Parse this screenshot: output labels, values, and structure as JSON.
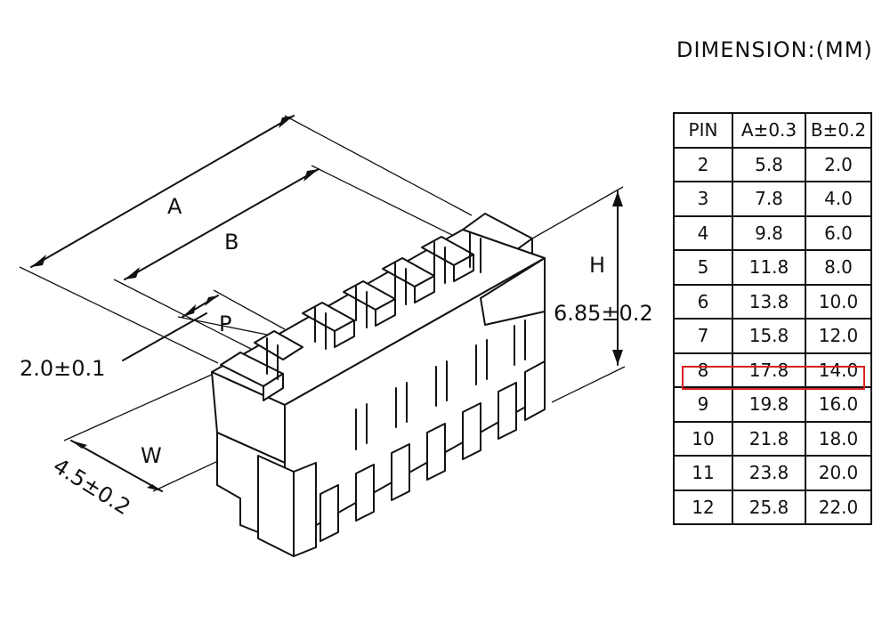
{
  "header": {
    "title": "DIMENSION:(MM)"
  },
  "table": {
    "columns": [
      "PIN",
      "A±0.3",
      "B±0.2"
    ],
    "rows": [
      [
        "2",
        "5.8",
        "2.0"
      ],
      [
        "3",
        "7.8",
        "4.0"
      ],
      [
        "4",
        "9.8",
        "6.0"
      ],
      [
        "5",
        "11.8",
        "8.0"
      ],
      [
        "6",
        "13.8",
        "10.0"
      ],
      [
        "7",
        "15.8",
        "12.0"
      ],
      [
        "8",
        "17.8",
        "14.0"
      ],
      [
        "9",
        "19.8",
        "16.0"
      ],
      [
        "10",
        "21.8",
        "18.0"
      ],
      [
        "11",
        "23.8",
        "20.0"
      ],
      [
        "12",
        "25.8",
        "22.0"
      ]
    ],
    "highlighted_row": "8",
    "highlight_color": "#d62020"
  },
  "drawing": {
    "labels": {
      "a": "A",
      "b": "B",
      "h": "H",
      "p": "P",
      "w": "W",
      "height_dim": "6.85±0.2",
      "pitch_dim": "2.0±0.1",
      "width_dim": "4.5±0.2"
    }
  }
}
